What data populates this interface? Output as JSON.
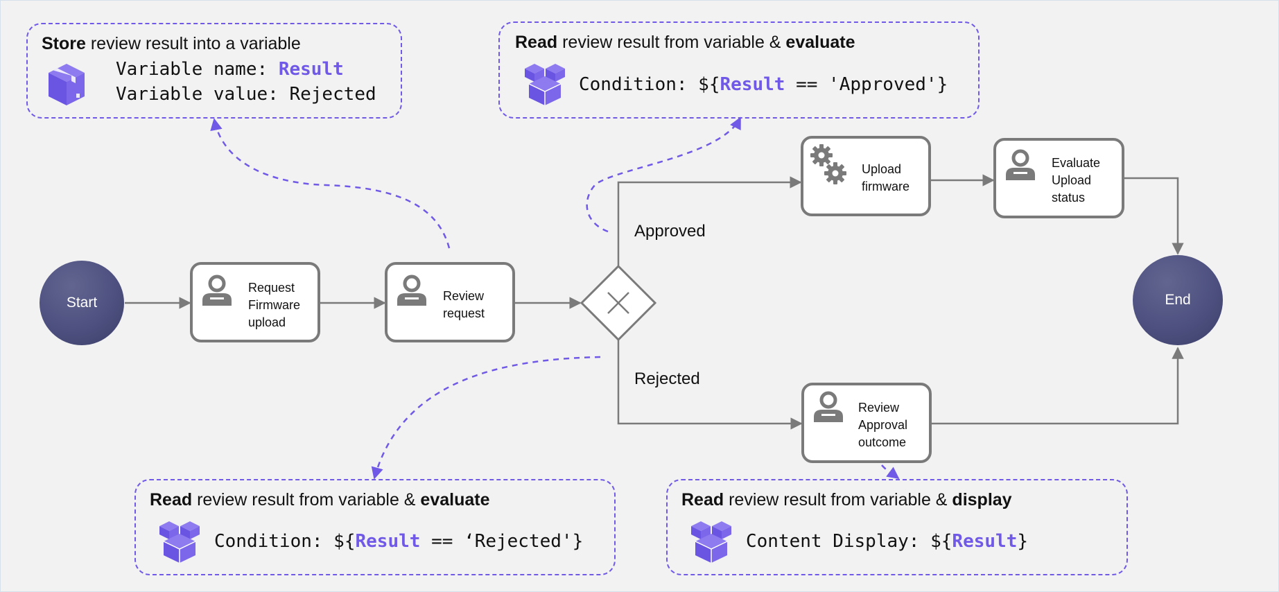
{
  "colors": {
    "accent": "#7059e6",
    "flow": "#7a7a7a",
    "event": "#4e5180",
    "background": "#f2f2f2"
  },
  "events": {
    "start": "Start",
    "end": "End"
  },
  "tasks": {
    "request": {
      "line1": "Request",
      "line2": "Firmware",
      "line3": "upload",
      "icon": "user-icon"
    },
    "review": {
      "line1": "Review",
      "line2": "request",
      "icon": "user-icon"
    },
    "upload": {
      "line1": "Upload",
      "line2": "firmware",
      "icon": "gears-icon"
    },
    "evaluate": {
      "line1": "Evaluate",
      "line2": "Upload",
      "line3": "status",
      "icon": "user-icon"
    },
    "review_outcome": {
      "line1": "Review",
      "line2": "Approval",
      "line3": "outcome",
      "icon": "user-icon"
    }
  },
  "gateway": {
    "icon": "exclusive-gateway-icon"
  },
  "flows": {
    "approved": "Approved",
    "rejected": "Rejected"
  },
  "callouts": {
    "store": {
      "title_bold": "Store",
      "title_rest": " review result into a variable",
      "name_label": "Variable name: ",
      "name_value": "Result",
      "value_label": "Variable value: Rejected",
      "icon": "box-icon"
    },
    "approved_condition": {
      "title_bold": "Read",
      "title_mid": " review result from variable & ",
      "title_bold2": "evaluate",
      "code_prefix": "Condition: ${",
      "code_var": "Result",
      "code_suffix": " == 'Approved'}",
      "icon": "boxes-icon"
    },
    "rejected_condition": {
      "title_bold": "Read",
      "title_mid": " review result from variable & ",
      "title_bold2": "evaluate",
      "code_prefix": "Condition: ${",
      "code_var": "Result",
      "code_suffix": " == ‘Rejected'}",
      "icon": "boxes-icon"
    },
    "display": {
      "title_bold": "Read",
      "title_mid": " review result from variable & ",
      "title_bold2": "display",
      "code_prefix": "Content Display: ${",
      "code_var": "Result",
      "code_suffix": "}",
      "icon": "boxes-icon"
    }
  }
}
